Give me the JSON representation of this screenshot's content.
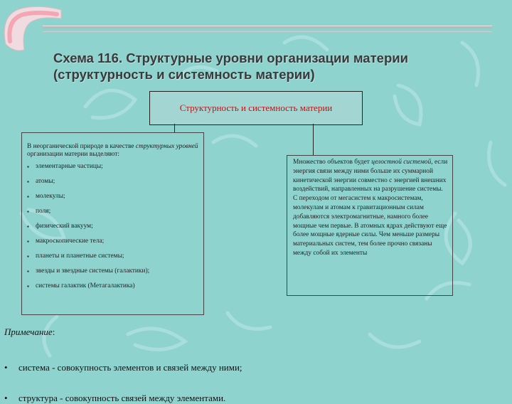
{
  "title_line1": "Схема 116. Структурные уровни организации материи",
  "title_line2": "(структурность и системность материи)",
  "header_box": "Структурность и системность материи",
  "left": {
    "intro_pre": "В неорганической природе в качестве ",
    "intro_italic": "структурных уровней",
    "intro_post": " организации материи выделяют:",
    "items": [
      "элементарные частицы;",
      "атомы;",
      "молекулы;",
      "поля;",
      "физический вакуум;",
      "макроскопические тела;",
      "планеты и планетные системы;",
      "звезды и звездные системы (галактики);",
      "системы галактик (Метагалактика)"
    ]
  },
  "right": {
    "pre": "Множество объектов будет ",
    "italic": "целостной системой,",
    "post": " если энергия связи между ними больше их суммарной кинетической энергии совместно с энергией внешних воздействий, направленных на разрушение системы. С переходом от мегасистем к макросистемам, молекулам и атомам к гравитационным силам добавляются электромагнитные, намного более мощные чем первые. В атомных ядрах действуют еще более мощные ядерные силы. Чем меньше размеры материальных систем, тем более прочно связаны между собой их элементы"
  },
  "notes": {
    "label": "Примечание",
    "colon": ":",
    "items": [
      "система - совокупность элементов и связей между ними;",
      "структура - совокупность связей между элементами."
    ]
  },
  "colors": {
    "background": "#8fd3cf",
    "header_text": "#b01b1b",
    "accent_pink": "#f3a6b4"
  },
  "decor_icon": "boomerang-icon"
}
